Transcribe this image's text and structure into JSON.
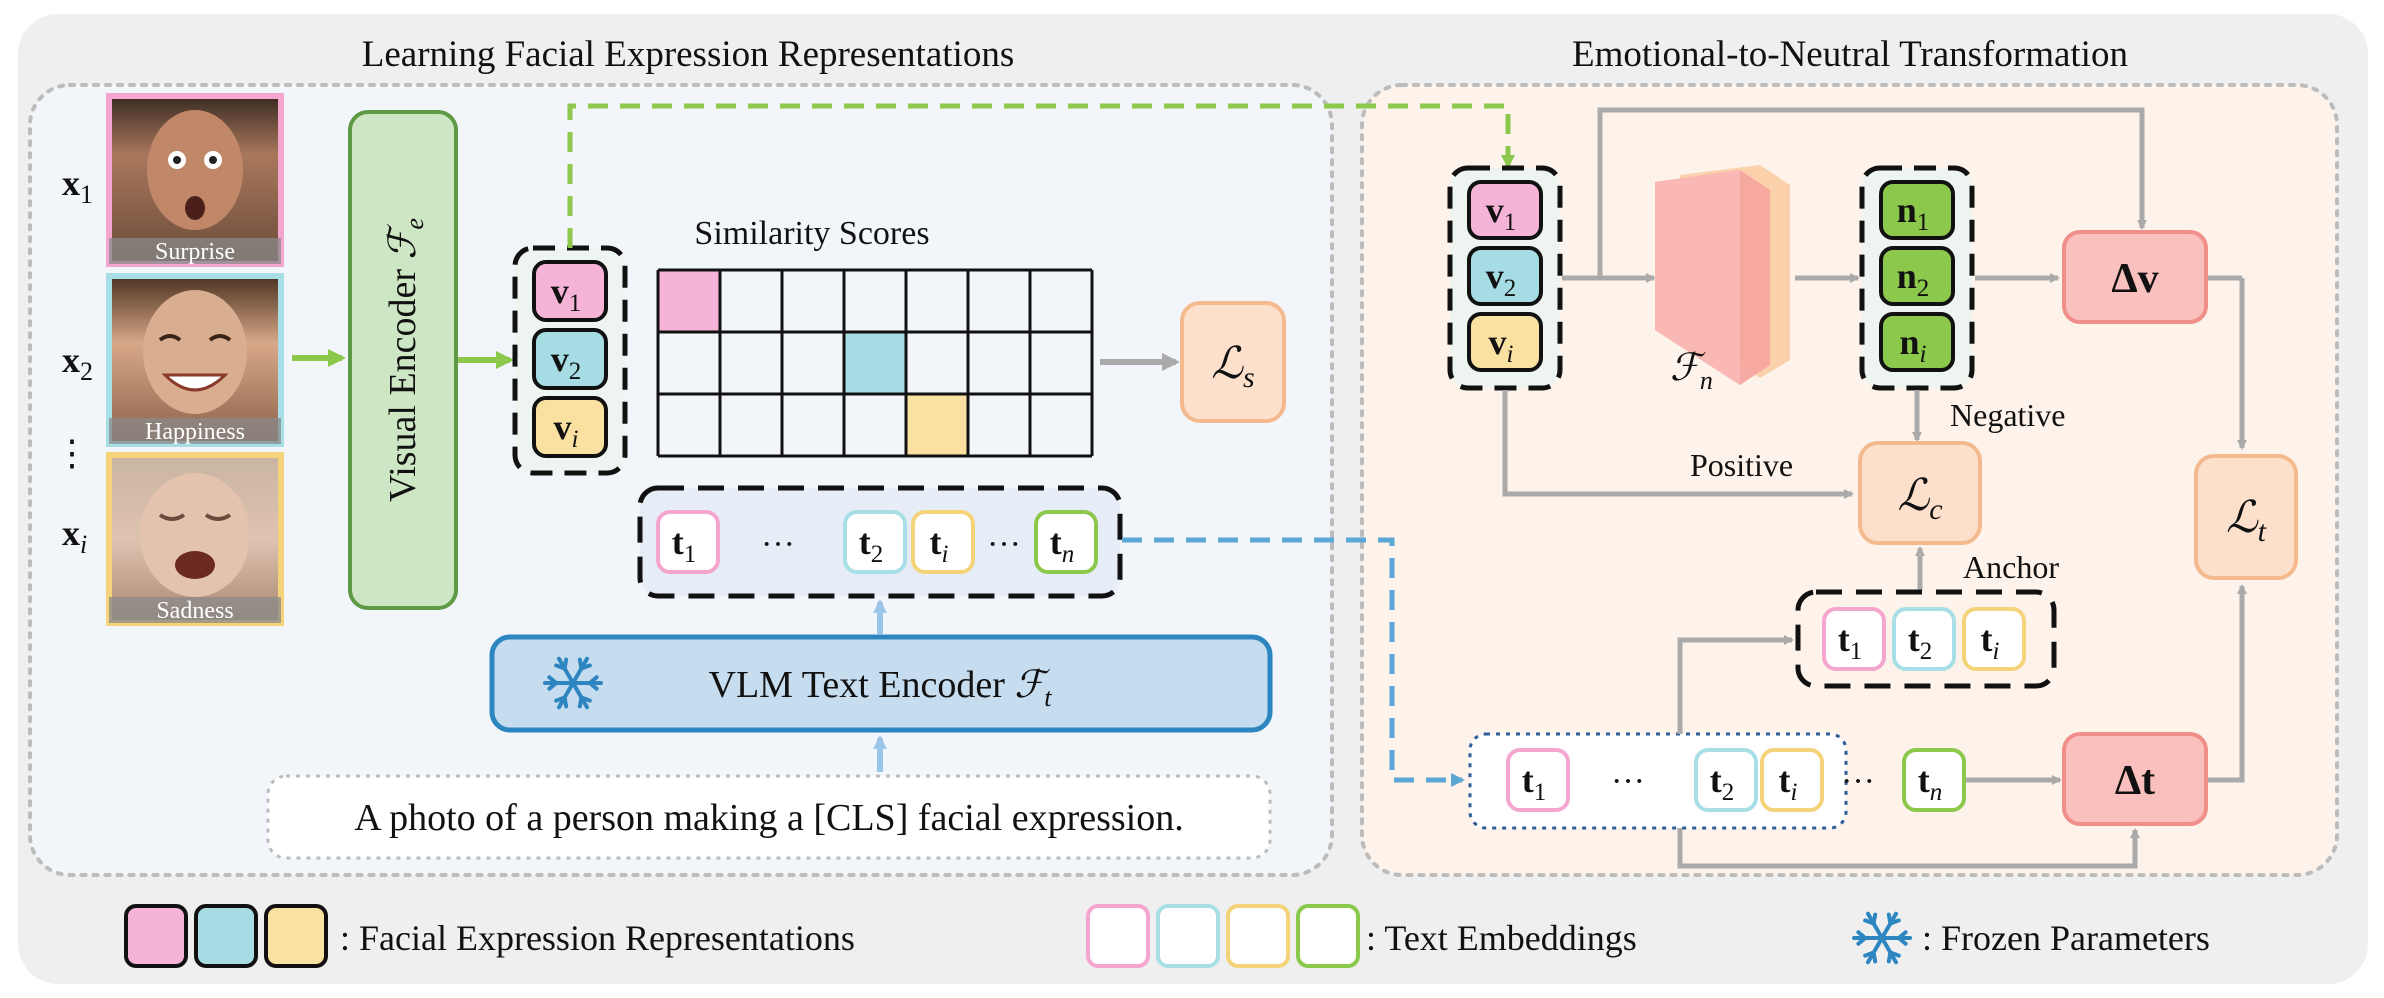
{
  "left_panel": {
    "title": "Learning Facial Expression Representations",
    "inputs": [
      {
        "var": "x",
        "sub": "1",
        "caption": "Surprise",
        "border": "#f4a6cf"
      },
      {
        "var": "x",
        "sub": "2",
        "caption": "Happiness",
        "border": "#a8dfe6"
      },
      {
        "var": "x",
        "sub": "i",
        "caption": "Sadness",
        "border": "#f5d37a"
      }
    ],
    "vdots": "⋮",
    "visual_encoder": {
      "text": "Visual Encoder ",
      "symbol": "ℱ",
      "sub": "e"
    },
    "v_tokens": [
      {
        "var": "v",
        "sub": "1",
        "fill": "#f6b3d8"
      },
      {
        "var": "v",
        "sub": "2",
        "fill": "#a6dde4"
      },
      {
        "var": "v",
        "sub": "i",
        "fill": "#fae1a1"
      }
    ],
    "similarity_title": "Similarity Scores",
    "similarity_highlights": [
      {
        "row": 0,
        "col": 0,
        "fill": "#f6b3d8"
      },
      {
        "row": 1,
        "col": 3,
        "fill": "#a6dde4"
      },
      {
        "row": 2,
        "col": 4,
        "fill": "#fae1a1"
      }
    ],
    "loss_s": {
      "symbol": "ℒ",
      "sub": "s"
    },
    "t_tokens": [
      {
        "var": "t",
        "sub": "1",
        "border": "#f4a6cf"
      },
      {
        "var": "t",
        "sub": "2",
        "border": "#a8dfe6"
      },
      {
        "var": "t",
        "sub": "i",
        "border": "#f5d37a"
      },
      {
        "var": "t",
        "sub": "n",
        "border": "#8cc84b"
      }
    ],
    "dots": "···",
    "text_encoder": {
      "text": "VLM Text Encoder ",
      "symbol": "ℱ",
      "sub": "t"
    },
    "prompt": "A photo of a person making a [CLS] facial expression."
  },
  "right_panel": {
    "title": "Emotional-to-Neutral Transformation",
    "v_tokens": [
      {
        "var": "v",
        "sub": "1",
        "fill": "#f6b3d8"
      },
      {
        "var": "v",
        "sub": "2",
        "fill": "#a6dde4"
      },
      {
        "var": "v",
        "sub": "i",
        "fill": "#fae1a1"
      }
    ],
    "fn_label": {
      "symbol": "ℱ",
      "sub": "n"
    },
    "n_tokens": [
      {
        "var": "n",
        "sub": "1"
      },
      {
        "var": "n",
        "sub": "2"
      },
      {
        "var": "n",
        "sub": "i"
      }
    ],
    "delta_v": "Δv",
    "delta_t": "Δt",
    "negative": "Negative",
    "positive": "Positive",
    "anchor": "Anchor",
    "loss_c": {
      "symbol": "ℒ",
      "sub": "c"
    },
    "loss_t": {
      "symbol": "ℒ",
      "sub": "t"
    },
    "anchor_tokens": [
      {
        "var": "t",
        "sub": "1",
        "border": "#f4a6cf"
      },
      {
        "var": "t",
        "sub": "2",
        "border": "#a8dfe6"
      },
      {
        "var": "t",
        "sub": "i",
        "border": "#f5d37a"
      }
    ],
    "bottom_tokens": [
      {
        "var": "t",
        "sub": "1",
        "border": "#f4a6cf"
      },
      {
        "var": "t",
        "sub": "2",
        "border": "#a8dfe6"
      },
      {
        "var": "t",
        "sub": "i",
        "border": "#f5d37a"
      },
      {
        "var": "t",
        "sub": "n",
        "border": "#8cc84b"
      }
    ],
    "dots": "···"
  },
  "legend": {
    "facial": ": Facial Expression Representations",
    "text": ": Text Embeddings",
    "frozen": ": Frozen Parameters",
    "facial_colors": [
      "#f6b3d8",
      "#a6dde4",
      "#fae1a1"
    ],
    "text_colors": [
      "#f4a6cf",
      "#a8dfe6",
      "#f5d37a",
      "#8cc84b"
    ]
  },
  "colors": {
    "outer_bg": "#efefef",
    "left_bg": "#f2f5fa",
    "right_bg": "#fdf3ea",
    "green_arrow": "#8cc84b",
    "blue_arrow": "#5ba7d6",
    "gray_arrow": "#aaaaaa",
    "encoder_green": "#cde6c3",
    "text_encoder_blue": "#c6dcef",
    "loss_fill": "#fde0cc",
    "delta_fill": "#f9c0bd",
    "n_fill": "#8cc84b"
  }
}
